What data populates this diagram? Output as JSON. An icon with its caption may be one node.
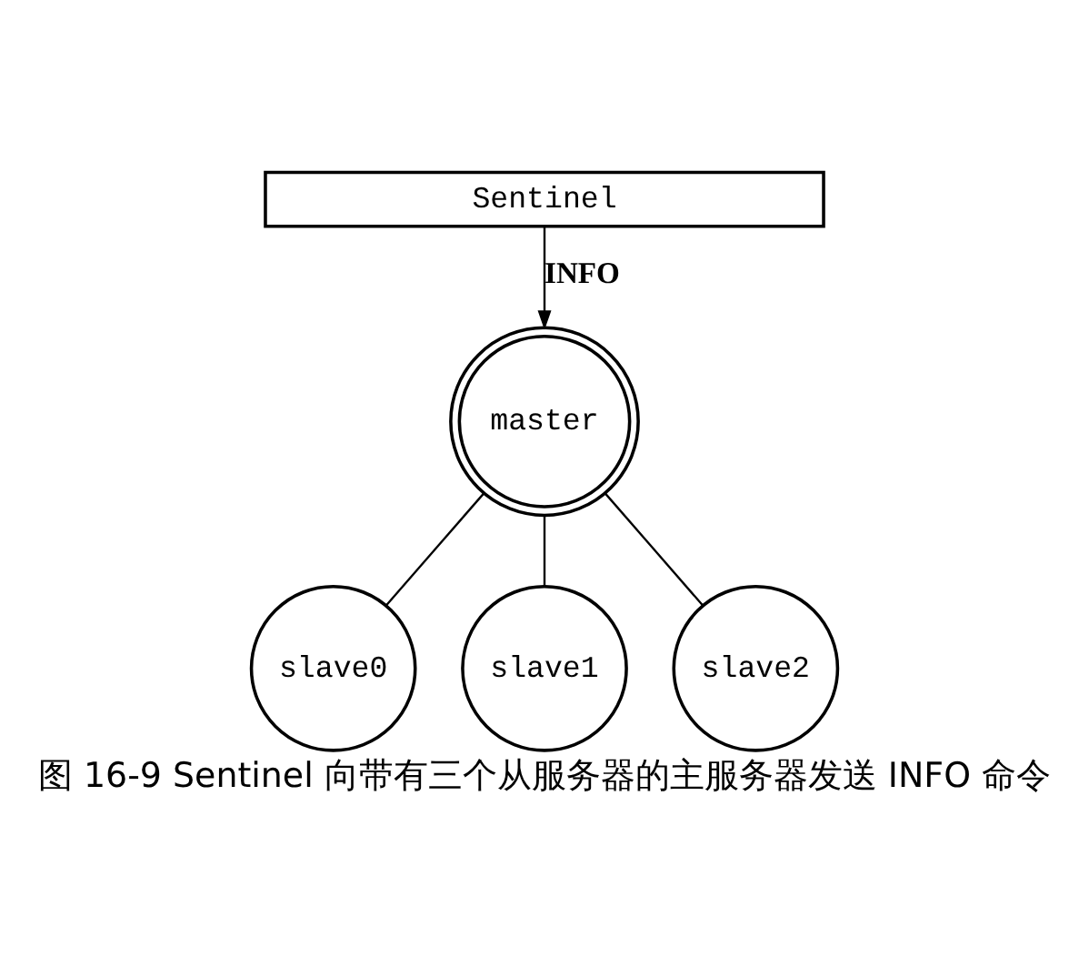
{
  "diagram": {
    "caption": "图 16-9 Sentinel 向带有三个从服务器的主服务器发送 INFO 命令",
    "nodes": [
      {
        "text": [
          "Sentinel"
        ]
      },
      {
        "text": [
          "master"
        ]
      },
      {
        "text": [
          "slave0"
        ]
      },
      {
        "text": [
          "slave1"
        ]
      },
      {
        "text": [
          "slave2"
        ]
      }
    ],
    "edges": [
      {
        "from": 0,
        "to": 1,
        "arrow": "to",
        "label": "INFO"
      },
      {
        "from": 1,
        "to": 2,
        "arrow": "none"
      },
      {
        "from": 1,
        "to": 3,
        "arrow": "none"
      },
      {
        "from": 1,
        "to": 4,
        "arrow": "none"
      }
    ]
  }
}
